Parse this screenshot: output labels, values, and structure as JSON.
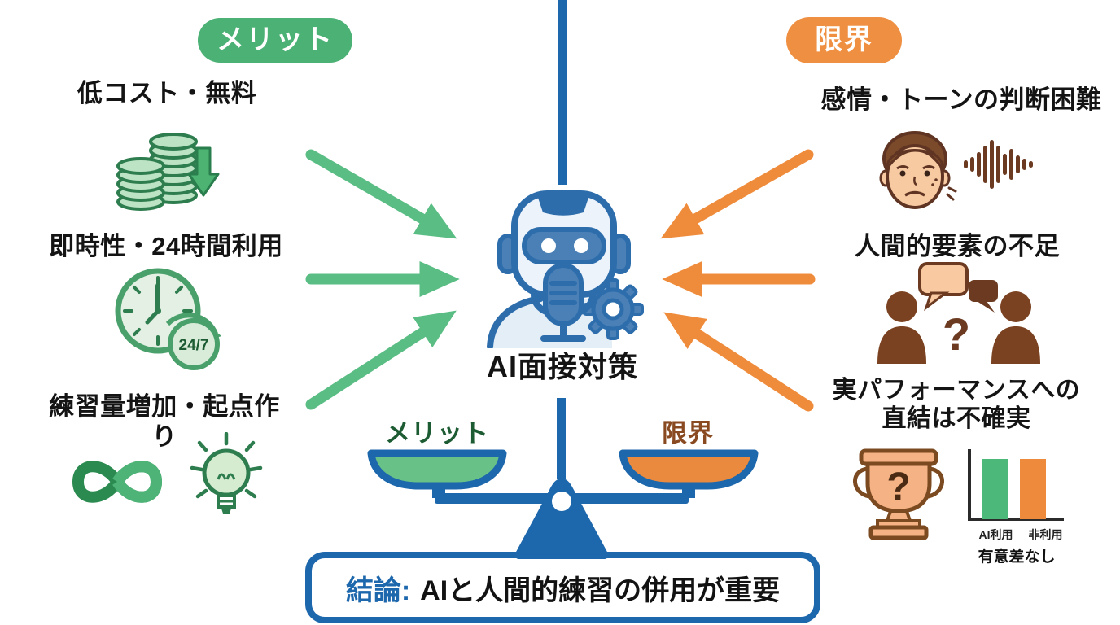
{
  "badges": {
    "merit": "メリット",
    "limit": "限界"
  },
  "center": {
    "title": "AI面接対策"
  },
  "merit_items": [
    {
      "label": "低コスト・無料",
      "icons": [
        "coin-stacks-icon",
        "decrease-arrow-icon"
      ]
    },
    {
      "label": "即時性・24時間利用",
      "badge": "24/7",
      "icons": [
        "clock-icon",
        "24-7-badge-icon"
      ]
    },
    {
      "label": "練習量増加・起点作り",
      "icons": [
        "infinity-icon",
        "lightbulb-icon"
      ]
    }
  ],
  "limit_items": [
    {
      "label": "感情・トーンの判断困難",
      "icons": [
        "worried-face-icon",
        "voice-waveform-icon"
      ]
    },
    {
      "label": "人間的要素の不足",
      "question_mark": "?",
      "icons": [
        "two-people-icon",
        "speech-bubbles-icon",
        "question-mark-icon"
      ]
    },
    {
      "label_line1": "実パフォーマンスへの",
      "label_line2": "直結は不確実",
      "trophy_mark": "?",
      "icons": [
        "trophy-question-icon",
        "comparison-chart-icon"
      ],
      "chart": {
        "type": "bar",
        "categories": [
          "AI利用",
          "非利用"
        ],
        "values": [
          1,
          1
        ],
        "note": "有意差なし",
        "bar_colors": [
          "#4cb87a",
          "#ee8a3c"
        ]
      }
    }
  ],
  "scale": {
    "left_label": "メリット",
    "right_label": "限界"
  },
  "conclusion": {
    "prefix": "結論:",
    "text": "AIと人間的練習の併用が重要"
  },
  "colors": {
    "blue": "#1d67ac",
    "green_badge": "#4cb175",
    "green_arrow": "#5abd84",
    "pan_green": "#68c287",
    "dark_green_text": "#1d5c33",
    "orange": "#ef8c3c",
    "brown_text": "#8a4a21",
    "icon_brown": "#7b4221"
  }
}
